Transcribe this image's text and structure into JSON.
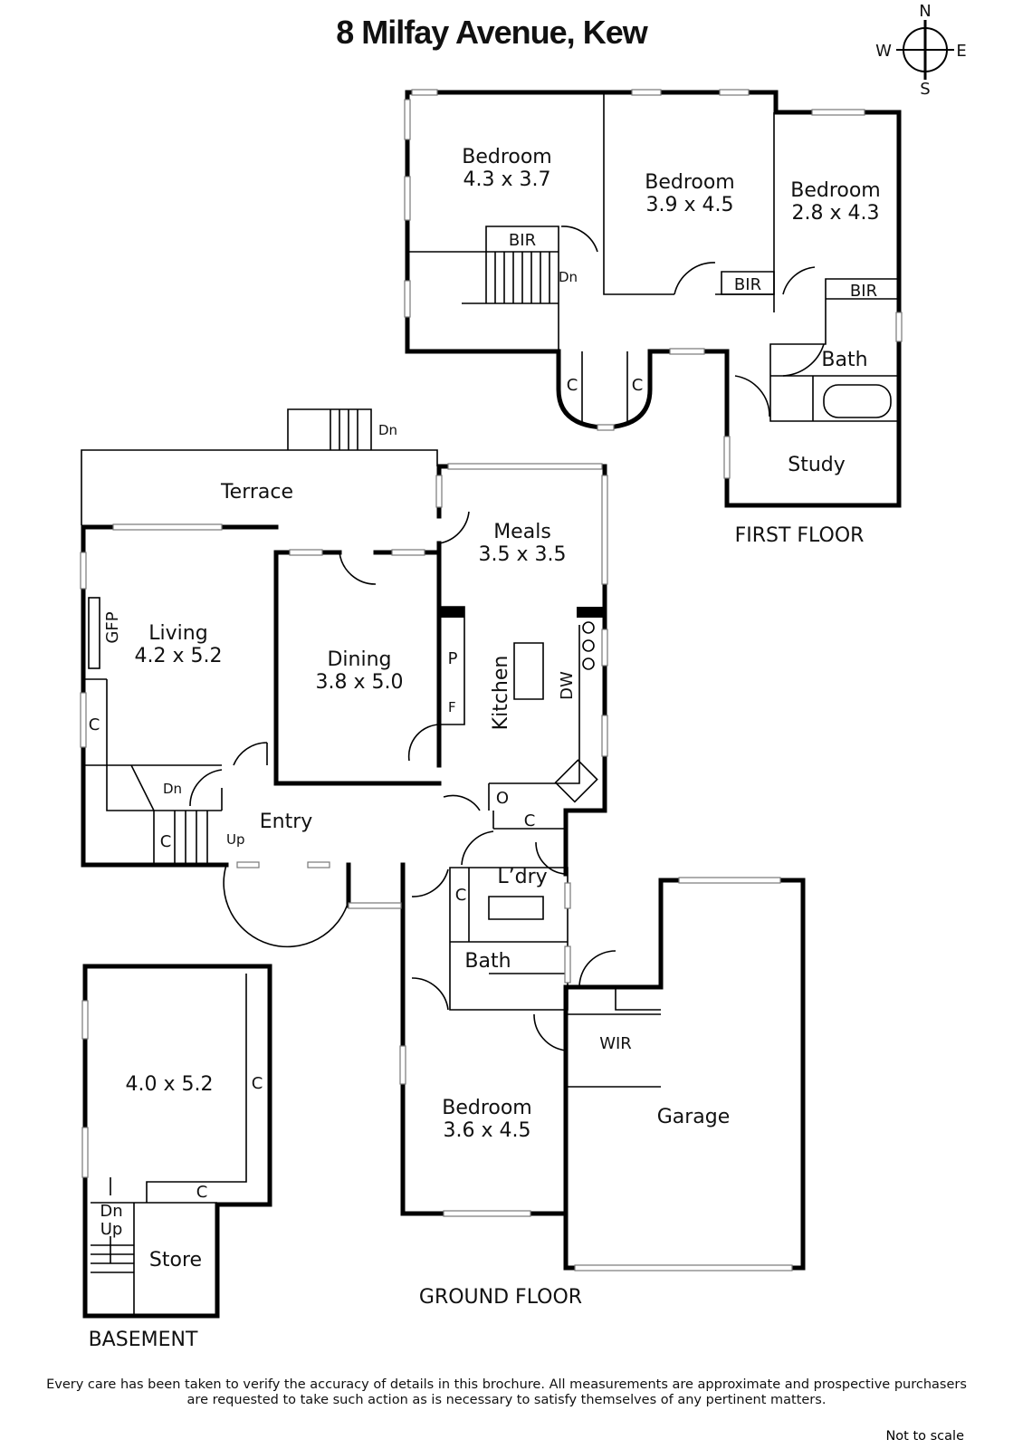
{
  "title": "8 Milfay Avenue, Kew",
  "compass": {
    "n": "N",
    "s": "S",
    "e": "E",
    "w": "W"
  },
  "floors": {
    "first": "FIRST FLOOR",
    "ground": "GROUND FLOOR",
    "basement": "BASEMENT"
  },
  "rooms": {
    "bed1": {
      "name": "Bedroom",
      "dim": "4.3 x 3.7"
    },
    "bed2": {
      "name": "Bedroom",
      "dim": "3.9 x 4.5"
    },
    "bed3": {
      "name": "Bedroom",
      "dim": "2.8 x 4.3"
    },
    "bath_first": {
      "name": "Bath"
    },
    "study": {
      "name": "Study"
    },
    "terrace": {
      "name": "Terrace"
    },
    "meals": {
      "name": "Meals",
      "dim": "3.5 x 3.5"
    },
    "living": {
      "name": "Living",
      "dim": "4.2 x 5.2"
    },
    "dining": {
      "name": "Dining",
      "dim": "3.8 x 5.0"
    },
    "kitchen": {
      "name": "Kitchen"
    },
    "entry": {
      "name": "Entry"
    },
    "laundry": {
      "name": "L’dry"
    },
    "bath_ground": {
      "name": "Bath"
    },
    "wir": {
      "name": "WIR"
    },
    "bed4": {
      "name": "Bedroom",
      "dim": "3.6 x 4.5"
    },
    "garage": {
      "name": "Garage"
    },
    "basement_room": {
      "dim": "4.0 x 5.2"
    },
    "store": {
      "name": "Store"
    }
  },
  "marks": {
    "bir": "BIR",
    "c": "C",
    "dn": "Dn",
    "up": "Up",
    "gfp": "GFP",
    "p": "P",
    "f": "F",
    "dw": "DW",
    "o": "O"
  },
  "disclaimer": {
    "line1": "Every care has been taken to verify the accuracy of details in this brochure.  All measurements are approximate and prospective purchasers",
    "line2": "are requested to take such action as is necessary to satisfy themselves of any pertinent matters."
  },
  "not_to_scale": "Not to scale"
}
